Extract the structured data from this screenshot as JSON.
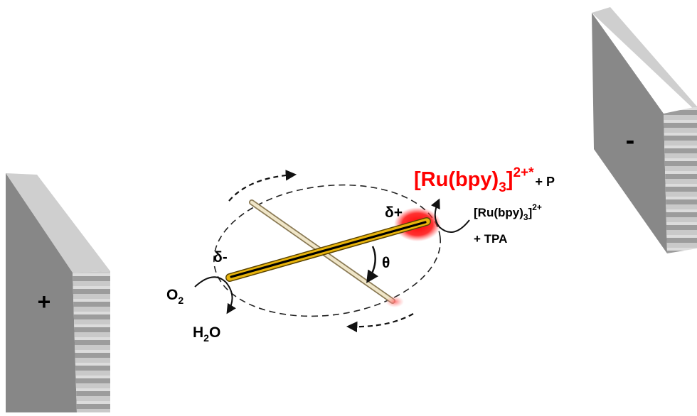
{
  "electrodes": {
    "left_sign": "+",
    "right_sign": "-"
  },
  "rod": {
    "positive_pole": "δ+",
    "negative_pole": "δ-",
    "angle": "θ"
  },
  "cathodic": {
    "reactant_base": "O",
    "reactant_sub": "2",
    "product_base": "H",
    "product_sub": "2",
    "product_tail": "O"
  },
  "anodic": {
    "excited_base": "[Ru(bpy)",
    "excited_sub": "3",
    "excited_close": "]",
    "excited_sup": "2+*",
    "excited_tail": "+ P",
    "ground_base": "[Ru(bpy)",
    "ground_sub": "3",
    "ground_close": "]",
    "ground_sup": "2+",
    "coreactant": "+ TPA"
  },
  "colors": {
    "ecl_red": "#ff0000",
    "rod_gold": "#e8b40c",
    "rod_core": "#000000",
    "electrode_gray": "#8a8a8a"
  }
}
